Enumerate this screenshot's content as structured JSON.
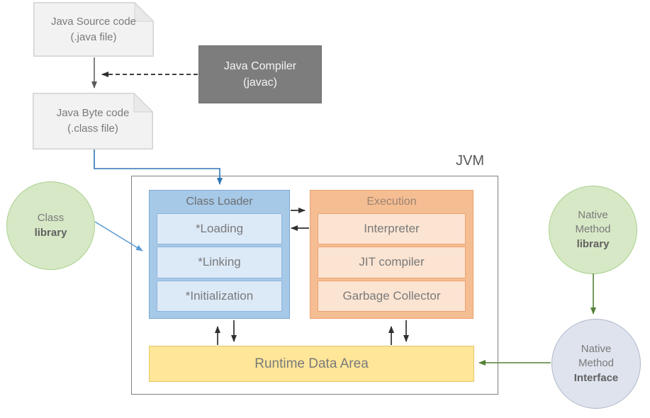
{
  "title": "JVM",
  "nodes": {
    "java_source": {
      "line1": "Java Source code",
      "line2": "(.java file)"
    },
    "java_compiler": {
      "line1": "Java Compiler",
      "line2": "(javac)"
    },
    "java_byte_code": {
      "line1": "Java Byte code",
      "line2": "(.class file)"
    },
    "class_library": {
      "line1": "Class",
      "line2": "library"
    },
    "class_loader": {
      "title": "Class Loader",
      "items": [
        "*Loading",
        "*Linking",
        "*Initialization"
      ]
    },
    "execution_engine": {
      "title": "Execution",
      "items": [
        "Interpreter",
        "JIT compiler",
        "Garbage Collector"
      ]
    },
    "runtime_data_area": {
      "label": "Runtime Data Area"
    },
    "native_method_library": {
      "line1": "Native",
      "line2": "Method",
      "line3": "library"
    },
    "native_method_interface": {
      "line1": "Native",
      "line2": "Method",
      "line3": "Interface"
    }
  },
  "colors": {
    "class_loader_fill": "#A6C9E8",
    "class_loader_item_fill": "#DCE9F7",
    "execution_fill": "#F5BD92",
    "execution_item_fill": "#FBE4D2",
    "runtime_fill": "#FFE699",
    "library_circle_fill": "#D7E8C6",
    "interface_circle_fill": "#DEE3ED",
    "compiler_fill": "#7D7D7D",
    "document_fill": "#F2F2F2",
    "connector_blue": "#2E75B6",
    "connector_light_blue": "#5B9BD5",
    "connector_green": "#538135",
    "connector_dark": "#303030"
  }
}
